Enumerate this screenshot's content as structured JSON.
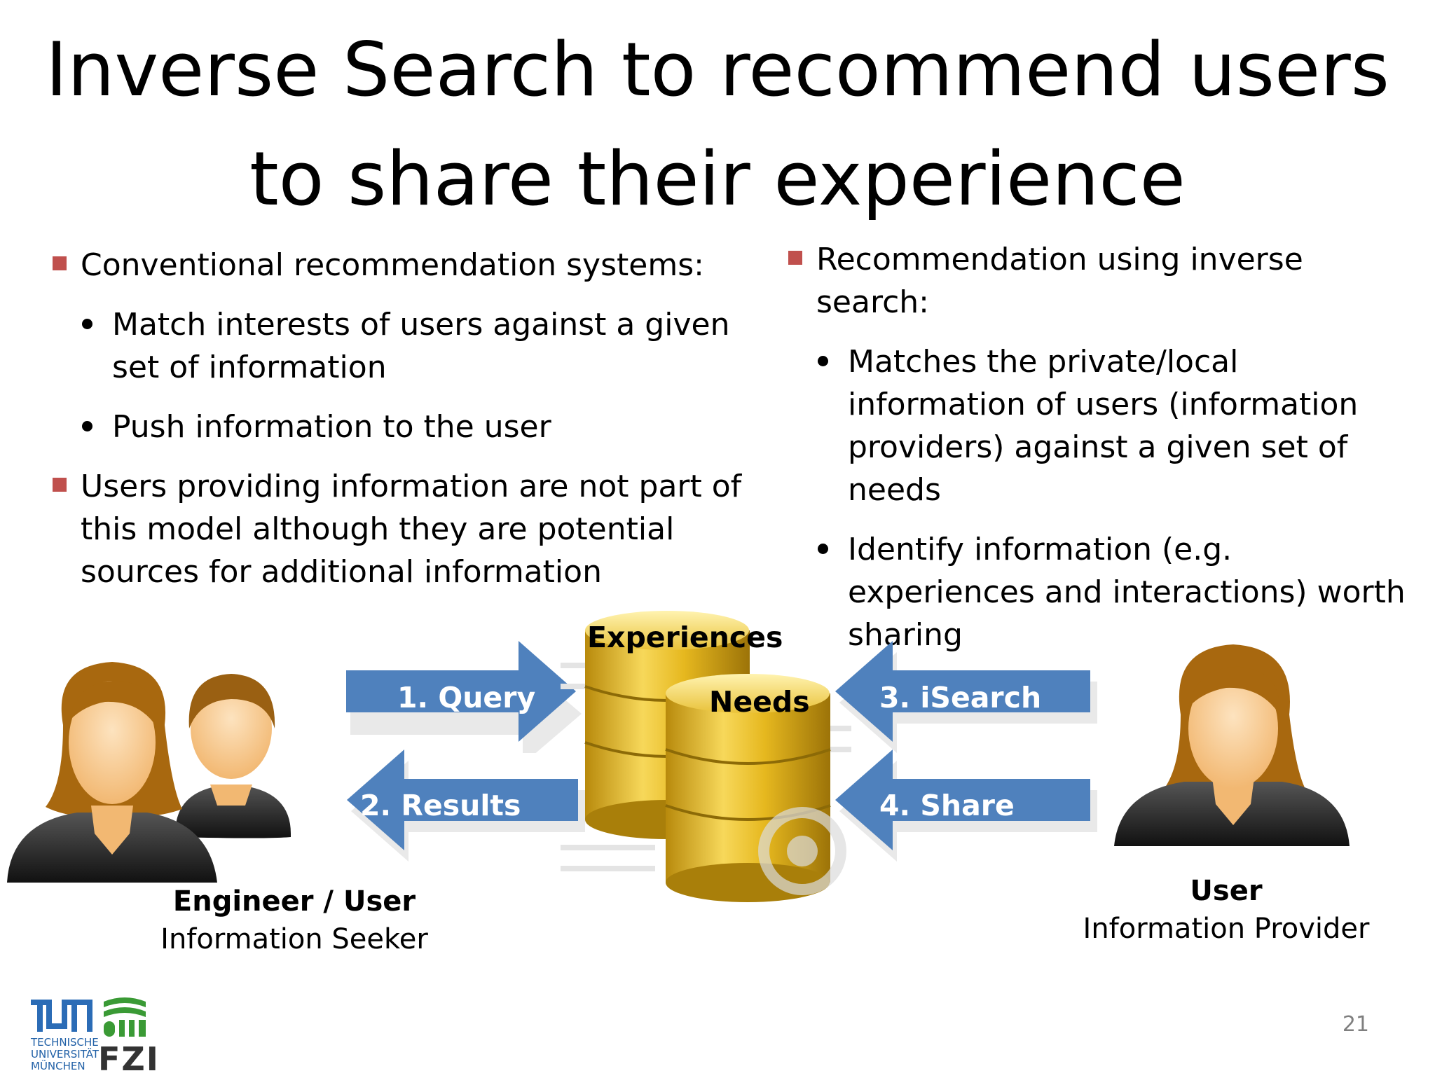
{
  "slide": {
    "title_line1": "Inverse Search to recommend users",
    "title_line2": "to share their experience",
    "page_number": "21"
  },
  "left_column": {
    "bullet1": "Conventional recommendation systems:",
    "sub1": "Match interests of users against a given set of information",
    "sub2": "Push information to the user",
    "bullet2": "Users providing information are not part of this model although they are potential sources for additional information"
  },
  "right_column": {
    "bullet1": "Recommendation using inverse search:",
    "sub1": "Matches the private/local information of users (information providers) against a given set of needs",
    "sub2": "Identify information (e.g. experiences and interactions) worth sharing"
  },
  "diagram": {
    "arrow_query": "1. Query",
    "arrow_results": "2. Results",
    "arrow_isearch": "3. iSearch",
    "arrow_share": "4. Share",
    "db_experiences": "Experiences",
    "db_needs": "Needs",
    "seeker_role": "Engineer / User",
    "seeker_desc": "Information Seeker",
    "provider_role": "User",
    "provider_desc": "Information Provider",
    "arrow_color": "#4f81bd",
    "db_color": "#e0b61a"
  },
  "logos": {
    "tum_mark": "TUM",
    "tum_text_line1": "TECHNISCHE",
    "tum_text_line2": "UNIVERSITÄT",
    "tum_text_line3": "MÜNCHEN",
    "fzi_mark": "FZI"
  }
}
